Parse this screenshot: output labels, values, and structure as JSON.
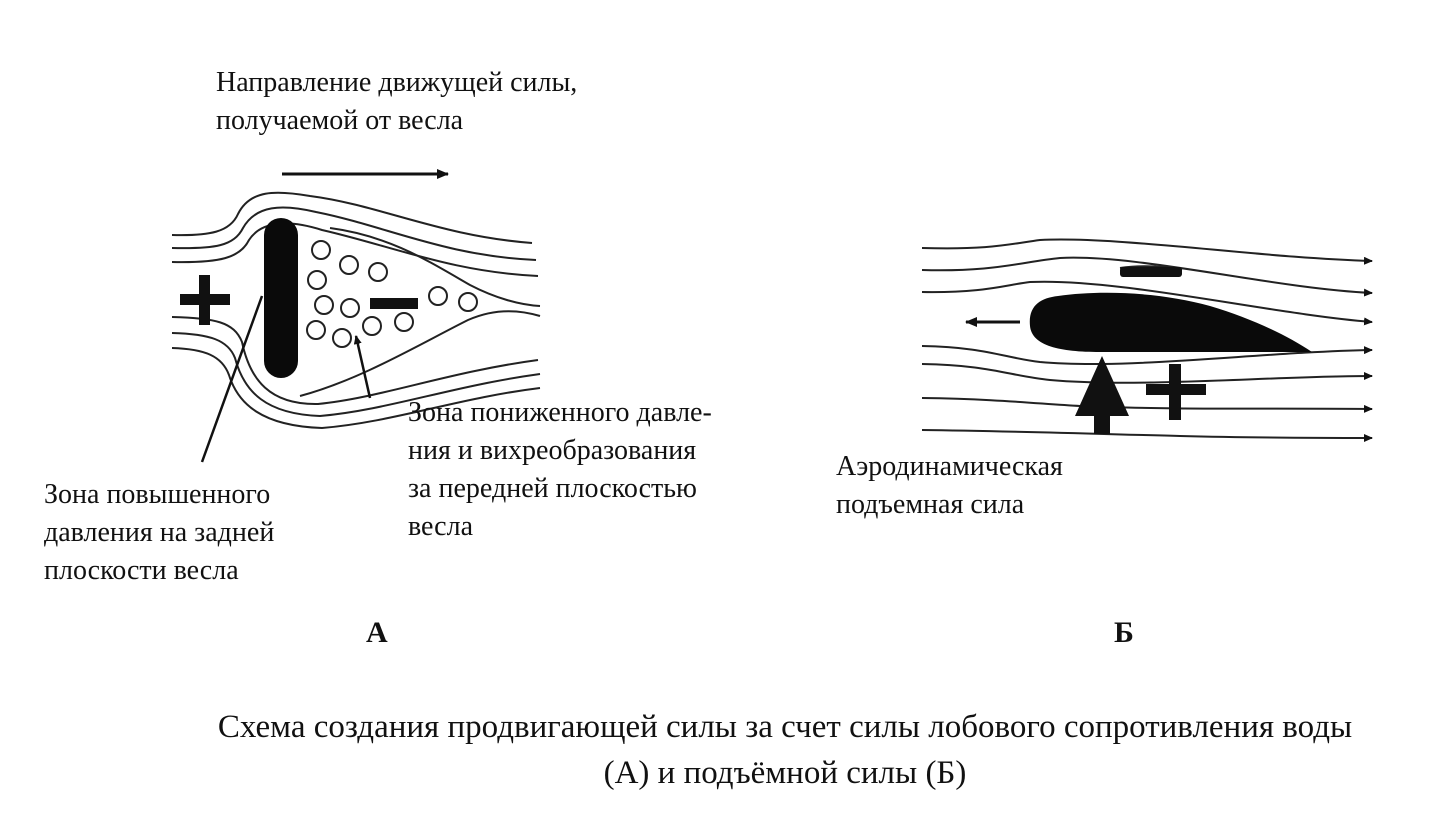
{
  "panel_a": {
    "force_direction_label": [
      "Направление движущей силы,",
      "получаемой от весла"
    ],
    "high_pressure_label": [
      "Зона повышенного",
      "давления на задней",
      "плоскости весла"
    ],
    "low_pressure_label": [
      "Зона пониженного давле-",
      "ния и вихреобразования",
      "за передней плоскостью",
      "весла"
    ],
    "letter": "А"
  },
  "panel_b": {
    "lift_label": [
      "Аэродинамическая",
      "подъемная сила"
    ],
    "letter": "Б"
  },
  "caption": [
    "Схема создания продвигающей силы за счет силы лобового сопротивления воды",
    "(А) и подъёмной силы (Б)"
  ]
}
